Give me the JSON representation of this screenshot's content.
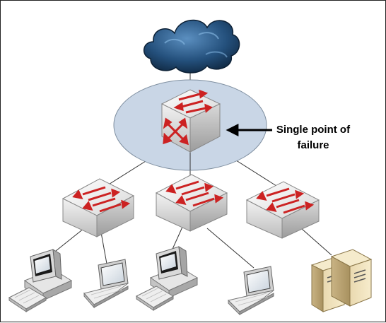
{
  "annotation": {
    "line1": "Single point of",
    "line2": "failure"
  },
  "nodes": [
    {
      "id": "internet",
      "kind": "cloud"
    },
    {
      "id": "core-router",
      "kind": "router",
      "highlighted": true
    },
    {
      "id": "switch-left",
      "kind": "switch"
    },
    {
      "id": "switch-center",
      "kind": "switch"
    },
    {
      "id": "switch-right",
      "kind": "switch"
    },
    {
      "id": "workstation-left",
      "kind": "desktop-computer"
    },
    {
      "id": "laptop-left",
      "kind": "laptop"
    },
    {
      "id": "workstation-center",
      "kind": "desktop-computer"
    },
    {
      "id": "laptop-right",
      "kind": "laptop"
    },
    {
      "id": "servers",
      "kind": "server-pair"
    }
  ],
  "links": [
    [
      "internet",
      "core-router"
    ],
    [
      "core-router",
      "switch-left"
    ],
    [
      "core-router",
      "switch-center"
    ],
    [
      "core-router",
      "switch-right"
    ],
    [
      "switch-left",
      "workstation-left"
    ],
    [
      "switch-left",
      "laptop-left"
    ],
    [
      "switch-center",
      "workstation-center"
    ],
    [
      "switch-center",
      "laptop-right"
    ],
    [
      "switch-right",
      "servers"
    ]
  ],
  "colors": {
    "highlight_fill": "#c9d6e6",
    "device_arrow": "#cc2222",
    "cloud": "#2a5a8a",
    "link": "#333333"
  }
}
